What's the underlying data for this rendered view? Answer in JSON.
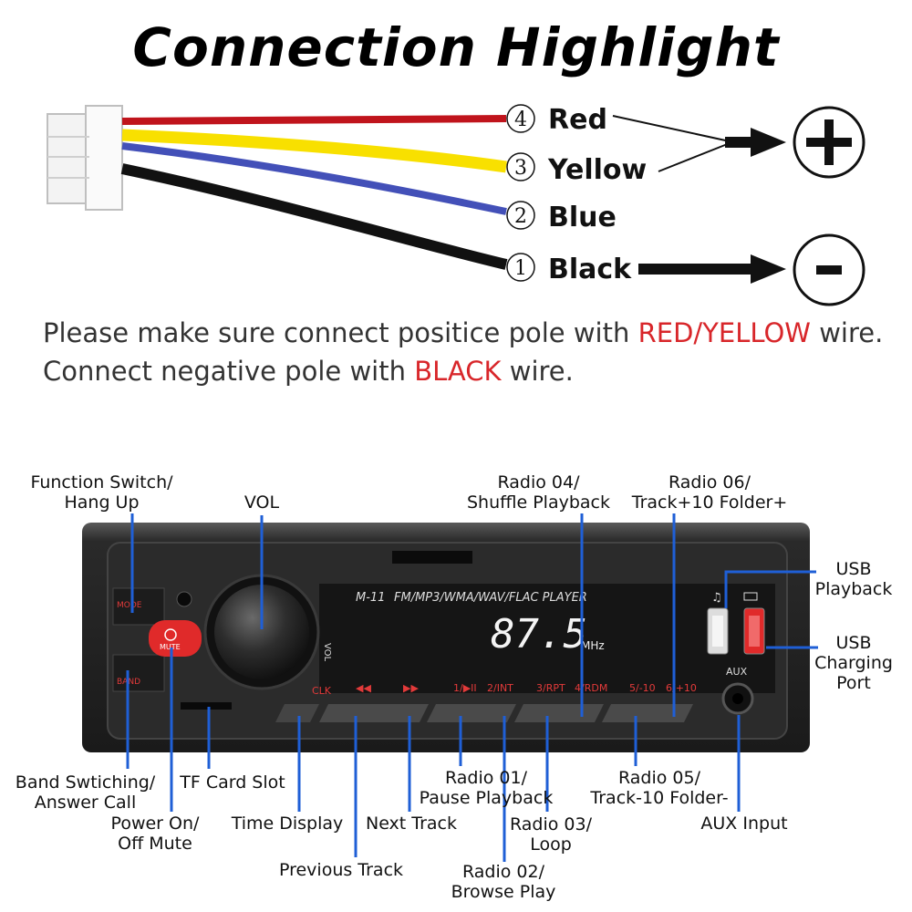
{
  "title": "Connection Highlight",
  "wires": [
    {
      "pin": "④",
      "label": "Red",
      "color": "#c0141c"
    },
    {
      "pin": "③",
      "label": "Yellow",
      "color": "#f8e000"
    },
    {
      "pin": "②",
      "label": "Blue",
      "color": "#4350b8"
    },
    {
      "pin": "①",
      "label": "Black",
      "color": "#111111"
    }
  ],
  "terminals": {
    "positive": "+",
    "negative": "-"
  },
  "note": {
    "line1_pre": "Please make sure connect positice pole with ",
    "line1_hl": "RED/YELLOW",
    "line1_post": " wire.",
    "line2_pre": "Connect negative pole with ",
    "line2_hl": "BLACK",
    "line2_post": " wire.",
    "highlight_color": "#d8262a"
  },
  "device": {
    "model": "M-11",
    "player_text": "FM/MP3/WMA/WAV/FLAC PLAYER",
    "display_value": "87.5",
    "display_unit": "MHz",
    "mode_label": "MODE",
    "band_label": "BAND",
    "mute_label": "MUTE",
    "vol_label": "VOL",
    "aux_label": "AUX",
    "clk_label": "CLK",
    "buttons": [
      "1/▶II",
      "2/INT",
      "3/RPT",
      "4/RDM",
      "5/-10",
      "6/+10"
    ],
    "accent": "#e02a2a"
  },
  "callouts": {
    "function_switch": [
      "Function Switch/",
      "Hang Up"
    ],
    "vol": [
      "VOL"
    ],
    "radio04": [
      "Radio 04/",
      "Shuffle Playback"
    ],
    "radio06": [
      "Radio 06/",
      "Track+10 Folder+"
    ],
    "usb_playback": [
      "USB",
      "Playback"
    ],
    "usb_charging": [
      "USB",
      "Charging",
      "Port"
    ],
    "band_switching": [
      "Band Swtiching/",
      "Answer Call"
    ],
    "tf_card": [
      "TF Card Slot"
    ],
    "power_on": [
      "Power On/",
      "Off Mute"
    ],
    "time_display": [
      "Time Display"
    ],
    "next_track": [
      "Next Track"
    ],
    "previous_track": [
      "Previous Track"
    ],
    "radio01": [
      "Radio 01/",
      "Pause Playback"
    ],
    "radio02": [
      "Radio 02/",
      "Browse Play"
    ],
    "radio03": [
      "Radio 03/",
      "Loop"
    ],
    "radio05": [
      "Radio 05/",
      "Track-10 Folder-"
    ],
    "aux_input": [
      "AUX Input"
    ]
  },
  "leader_color": "#1f5fd6"
}
